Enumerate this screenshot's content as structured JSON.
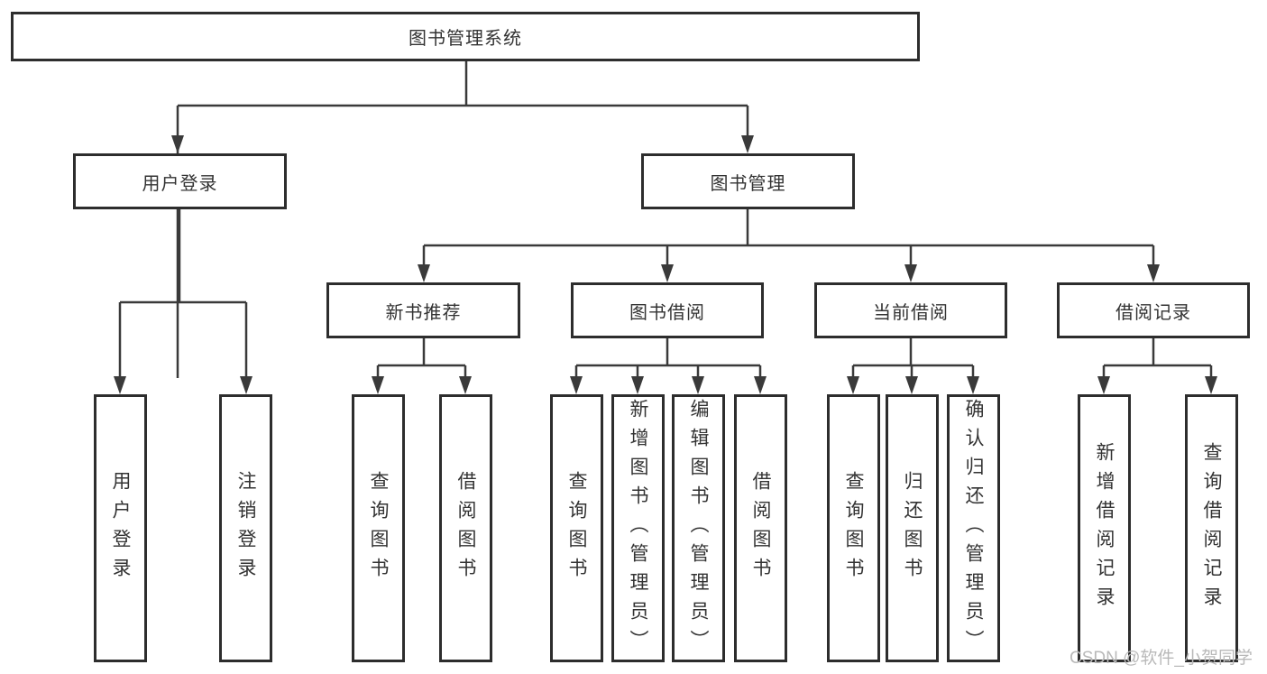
{
  "diagram_title": "图书管理系统",
  "watermark": "CSDN @软件_小贺同学",
  "colors": {
    "box_border": "#2d2d2d",
    "connector_line": "#3a3a3a",
    "text": "#333333",
    "watermark_text": "#b9b9b9",
    "background": "#ffffff"
  },
  "tree": {
    "label": "图书管理系统",
    "children": [
      {
        "label": "用户登录",
        "children": [
          {
            "label": "用户登录"
          },
          {
            "label": "注销登录"
          }
        ]
      },
      {
        "label": "图书管理",
        "children": [
          {
            "label": "新书推荐",
            "children": [
              {
                "label": "查询图书"
              },
              {
                "label": "借阅图书"
              }
            ]
          },
          {
            "label": "图书借阅",
            "children": [
              {
                "label": "查询图书"
              },
              {
                "label": "新增图书（管理员）"
              },
              {
                "label": "编辑图书（管理员）"
              },
              {
                "label": "借阅图书"
              }
            ]
          },
          {
            "label": "当前借阅",
            "children": [
              {
                "label": "查询图书"
              },
              {
                "label": "归还图书"
              },
              {
                "label": "确认归还（管理员）"
              }
            ]
          },
          {
            "label": "借阅记录",
            "children": [
              {
                "label": "新增借阅记录"
              },
              {
                "label": "查询借阅记录"
              }
            ]
          }
        ]
      }
    ]
  }
}
